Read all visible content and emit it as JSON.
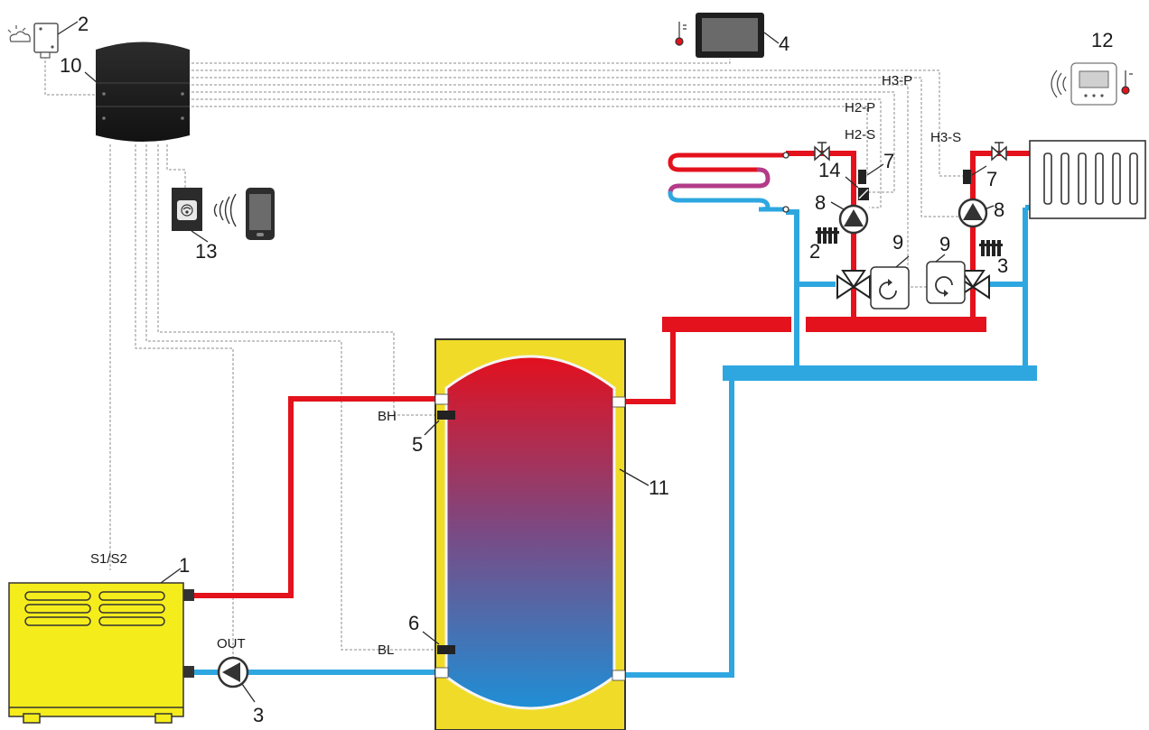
{
  "callouts": {
    "boiler": "1",
    "outdoor_sensor": "2",
    "pump_out": "3",
    "room_panel": "4",
    "sensor_bh": "5",
    "sensor_bl": "6",
    "sensor_h2": "7",
    "sensor_h3": "7",
    "pump_h2": "8",
    "pump_h3": "8",
    "actuator_h2": "9",
    "actuator_h3": "9",
    "controller": "10",
    "tank": "11",
    "wireless_thermostat": "12",
    "wifi_module": "13",
    "thermostat_14": "14",
    "zone_count_h2": "2",
    "zone_count_h3": "3"
  },
  "labels": {
    "s1s2": "S1/S2",
    "out": "OUT",
    "bh": "BH",
    "bl": "BL",
    "h2p": "H2-P",
    "h2s": "H2-S",
    "h3p": "H3-P",
    "h3s": "H3-S"
  },
  "colors": {
    "hot": "#e3121c",
    "cold": "#2ea7e0",
    "boiler": "#f5ec1c",
    "tank_jacket": "#f0dc28",
    "controller": "#1f1f1f"
  },
  "icons": [
    "weather-icon",
    "thermometer-icon",
    "wireless-icon",
    "phone-icon",
    "wifi-icon",
    "pump-icon",
    "three-way-valve-icon",
    "valve-icon",
    "radiator-icon",
    "floor-heating-icon"
  ]
}
